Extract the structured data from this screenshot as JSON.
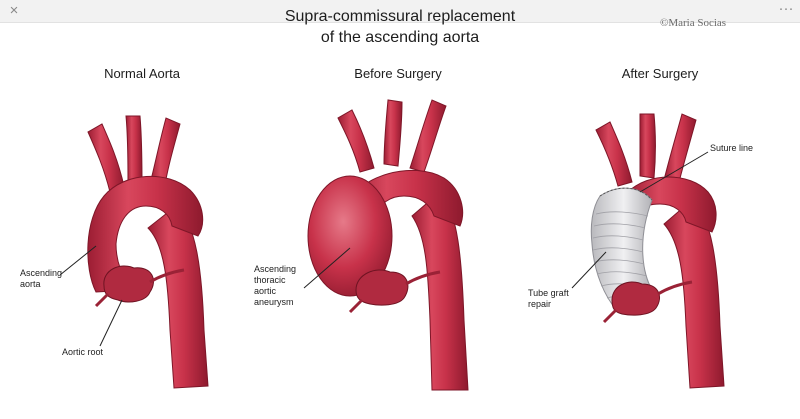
{
  "toolbar": {
    "close_glyph": "×",
    "more_glyph": "···",
    "close_icon": "close-icon",
    "more_icon": "more-dots-icon"
  },
  "header": {
    "title_line1": "Supra-commissural replacement",
    "title_line2": "of the ascending aorta",
    "copyright": "©Maria Socias"
  },
  "panels": [
    {
      "title": "Normal Aorta"
    },
    {
      "title": "Before Surgery"
    },
    {
      "title": "After Surgery"
    }
  ],
  "labels": {
    "ascending_aorta": [
      "Ascending",
      "aorta"
    ],
    "aortic_root": "Aortic root",
    "aneurysm": [
      "Ascending",
      "thoracic",
      "aortic",
      "aneurysm"
    ],
    "suture_line": "Suture line",
    "tube_graft": [
      "Tube graft",
      "repair"
    ]
  },
  "colors": {
    "aorta": "#c8324a",
    "aorta_dark": "#8e1a2e",
    "aorta_light": "#e06f80",
    "graft": "#dcdcde",
    "graft_line": "#9a9aa0"
  }
}
